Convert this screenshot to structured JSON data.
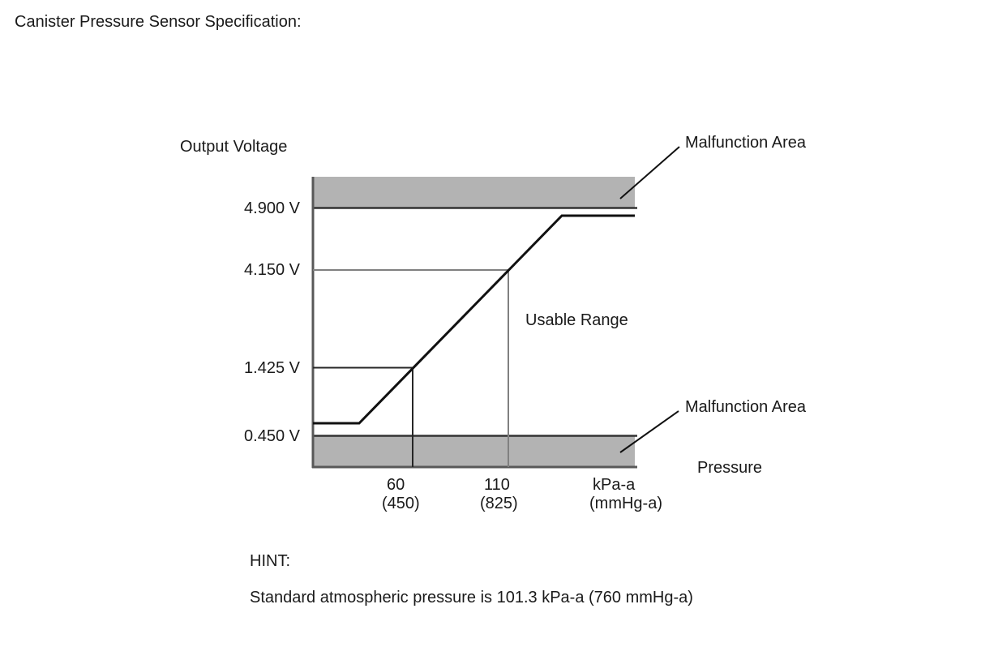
{
  "title": "Canister Pressure Sensor Specification:",
  "colors": {
    "band_gray": "#b3b3b3",
    "axis_gray": "#595959",
    "guide_gray": "#808080",
    "ink": "#1a1a1a"
  },
  "chart": {
    "y_axis_label": "Output Voltage",
    "x_axis_label": "Pressure",
    "y_ticks": [
      "4.900 V",
      "4.150 V",
      "1.425 V",
      "0.450 V"
    ],
    "x_ticks": {
      "t60": "60",
      "t60_sub": "(450)",
      "t110": "110",
      "t110_sub": "(825)",
      "unit": "kPa-a",
      "unit_sub": "(mmHg-a)"
    },
    "annotations": {
      "malfunction_top": "Malfunction Area",
      "malfunction_bottom": "Malfunction Area",
      "usable_range": "Usable Range"
    }
  },
  "hint": {
    "label": "HINT:",
    "text": "Standard atmospheric pressure is 101.3 kPa-a (760 mmHg-a)"
  },
  "chart_data": {
    "type": "line",
    "title": "Canister Pressure Sensor Specification",
    "xlabel": "Pressure, kPa-a (mmHg-a)",
    "ylabel": "Output Voltage",
    "y_tick_values_v": [
      4.9,
      4.15,
      1.425,
      0.45
    ],
    "x_tick_values": [
      {
        "kpa": 60,
        "mmhg": 450
      },
      {
        "kpa": 110,
        "mmhg": 825
      }
    ],
    "reference_points": [
      {
        "pressure_kpa": 60,
        "pressure_mmhg": 450,
        "output_v": 1.425
      },
      {
        "pressure_kpa": 110,
        "pressure_mmhg": 825,
        "output_v": 4.15
      }
    ],
    "curve_shape": "flat slightly above 0.450 V at low pressure, linear rise through 1.425 V at 60 kPa-a and 4.150 V at 110 kPa-a, flat slightly below 4.900 V at high pressure",
    "malfunction_area_above_v": 4.9,
    "malfunction_area_below_v": 0.45,
    "usable_range": {
      "from_v": 1.425,
      "to_v": 4.15,
      "from_kpa": 60,
      "to_kpa": 110
    },
    "grid": false,
    "legend": null,
    "annotation": "Standard atmospheric pressure is 101.3 kPa-a (760 mmHg-a)"
  }
}
